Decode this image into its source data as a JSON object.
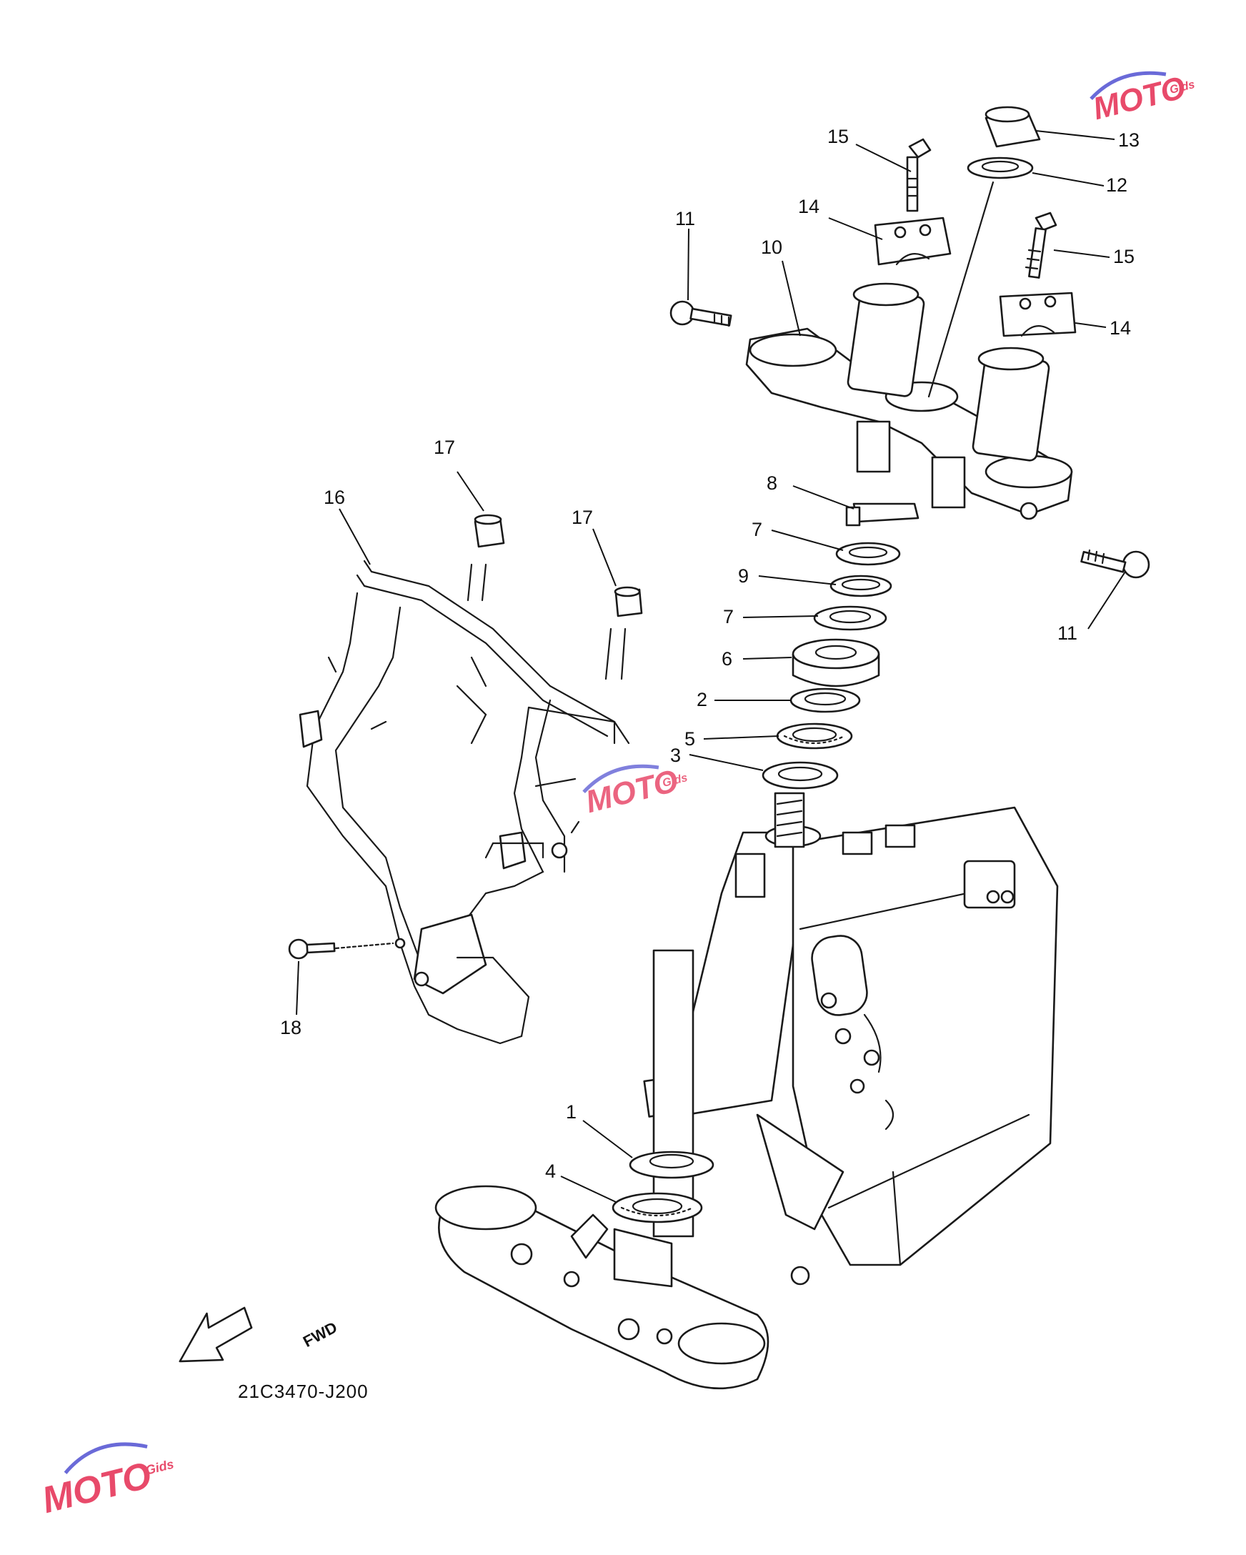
{
  "diagram": {
    "code": "21C3470-J200",
    "fwd_label": "FWD",
    "callouts": [
      {
        "id": "c15a",
        "label": "15"
      },
      {
        "id": "c13",
        "label": "13"
      },
      {
        "id": "c12",
        "label": "12"
      },
      {
        "id": "c14a",
        "label": "14"
      },
      {
        "id": "c11a",
        "label": "11"
      },
      {
        "id": "c10",
        "label": "10"
      },
      {
        "id": "c15b",
        "label": "15"
      },
      {
        "id": "c14b",
        "label": "14"
      },
      {
        "id": "c8",
        "label": "8"
      },
      {
        "id": "c7a",
        "label": "7"
      },
      {
        "id": "c9",
        "label": "9"
      },
      {
        "id": "c7b",
        "label": "7"
      },
      {
        "id": "c6",
        "label": "6"
      },
      {
        "id": "c2",
        "label": "2"
      },
      {
        "id": "c5",
        "label": "5"
      },
      {
        "id": "c3",
        "label": "3"
      },
      {
        "id": "c11b",
        "label": "11"
      },
      {
        "id": "c17a",
        "label": "17"
      },
      {
        "id": "c16",
        "label": "16"
      },
      {
        "id": "c17b",
        "label": "17"
      },
      {
        "id": "c18",
        "label": "18"
      },
      {
        "id": "c1",
        "label": "1"
      },
      {
        "id": "c4",
        "label": "4"
      }
    ]
  },
  "watermark": {
    "text": "MOTO",
    "subtext": "Gids",
    "color": "#e84a6a",
    "accent": "#6a6ad8"
  }
}
